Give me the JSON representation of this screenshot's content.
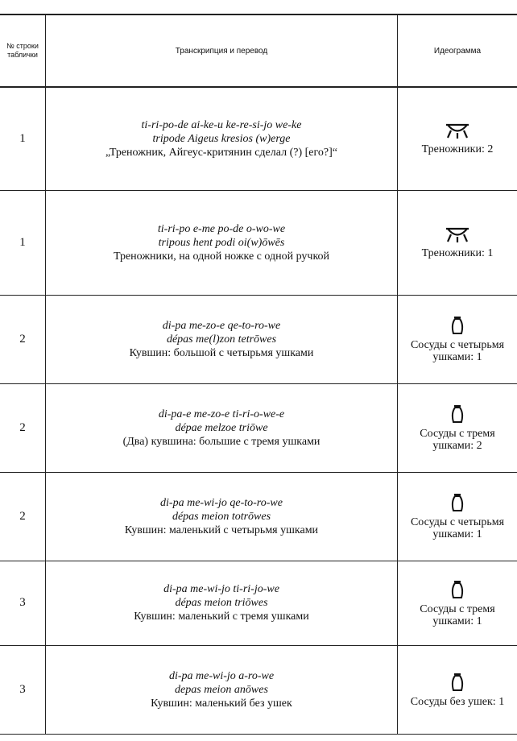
{
  "header": {
    "col_num": "№ строки таблички",
    "col_text": "Транскрипция и перевод",
    "col_ideo": "Идеограмма"
  },
  "rows": [
    {
      "num": "1",
      "syll": "ti-ri-po-de  ai-ke-u  ke-re-si-jo  we-ke",
      "greek": "tripode Aigeus kresios (w)erge",
      "trans": "„Треножник, Айгеус-критянин сделал (?) [его?]“",
      "icon": "tripod-icon",
      "caption": "Треножники: 2"
    },
    {
      "num": "1",
      "syll": "ti-ri-po e-me  po-de o-wo-we",
      "greek": "tripous hent podi oi(w)ōwēs",
      "trans": "Треножники, на одной ножке с одной ручкой",
      "icon": "tripod-icon",
      "caption": "Треножники: 1"
    },
    {
      "num": "2",
      "syll": "di-pa me-zo-e  qe-to-ro-we",
      "greek": "dépas me(l)zon tetrōwes",
      "trans": "Кувшин: большой с четырьмя ушками",
      "icon": "vessel-icon",
      "caption": "Сосуды с четырьмя ушками: 1"
    },
    {
      "num": "2",
      "syll": "di-pa-e me-zo-e ti-ri-o-we-e",
      "greek": "dépae melzoe triōwe",
      "trans": "(Два) кувшина: большие с тремя ушками",
      "icon": "vessel-icon",
      "caption": "Сосуды с тремя ушками: 2"
    },
    {
      "num": "2",
      "syll": "di-pa me-wi-jo qe-to-ro-we",
      "greek": "dépas meion totrōwes",
      "trans": "Кувшин: маленький с четырьмя ушками",
      "icon": "vessel-icon",
      "caption": "Сосуды с четырьмя ушками: 1"
    },
    {
      "num": "3",
      "syll": "di-pa me-wi-jo ti-ri-jo-we",
      "greek": "dépas meion triōwes",
      "trans": "Кувшин: маленький с тремя ушками",
      "icon": "vessel-icon",
      "caption": "Сосуды с тремя ушками: 1"
    },
    {
      "num": "3",
      "syll": "di-pa me-wi-jo a-ro-we",
      "greek": "depas meion anōwes",
      "trans": "Кувшин: маленький без ушек",
      "icon": "vessel-icon",
      "caption": "Сосуды без ушек: 1"
    }
  ]
}
